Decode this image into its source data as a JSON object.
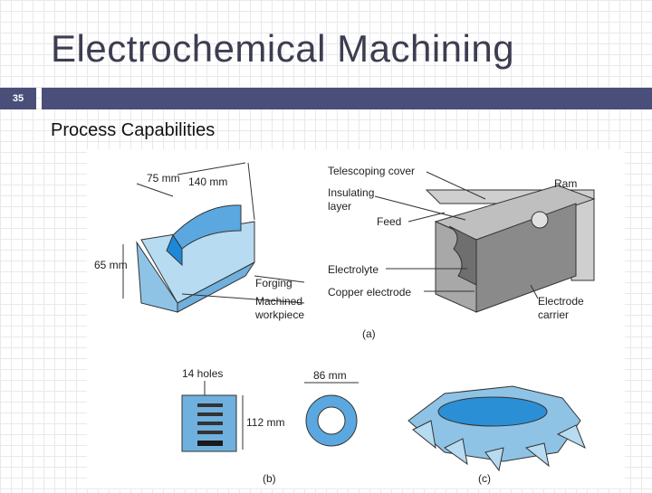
{
  "slide": {
    "title": "Electrochemical Machining",
    "number": "35",
    "subtitle": "Process Capabilities"
  },
  "figure": {
    "labels": {
      "dim_75": "75 mm",
      "dim_140": "140 mm",
      "dim_65": "65 mm",
      "forging": "Forging",
      "machined_workpiece_1": "Machined",
      "machined_workpiece_2": "workpiece",
      "telescoping_cover": "Telescoping cover",
      "insulating_layer_1": "Insulating",
      "insulating_layer_2": "layer",
      "feed": "Feed",
      "ram": "Ram",
      "electrolyte": "Electrolyte",
      "copper_electrode": "Copper electrode",
      "electrode_carrier_1": "Electrode",
      "electrode_carrier_2": "carrier",
      "caption_a": "(a)",
      "holes": "14 holes",
      "dim_112": "112 mm",
      "dim_86": "86 mm",
      "caption_b": "(b)",
      "caption_c": "(c)"
    },
    "colors": {
      "part_blue": "#8ec3e6",
      "part_blue_dark": "#2b8fd6",
      "gray_block": "#a8a8a8",
      "gray_dark": "#6f6f6f",
      "gray_light": "#cfcfcf"
    }
  }
}
